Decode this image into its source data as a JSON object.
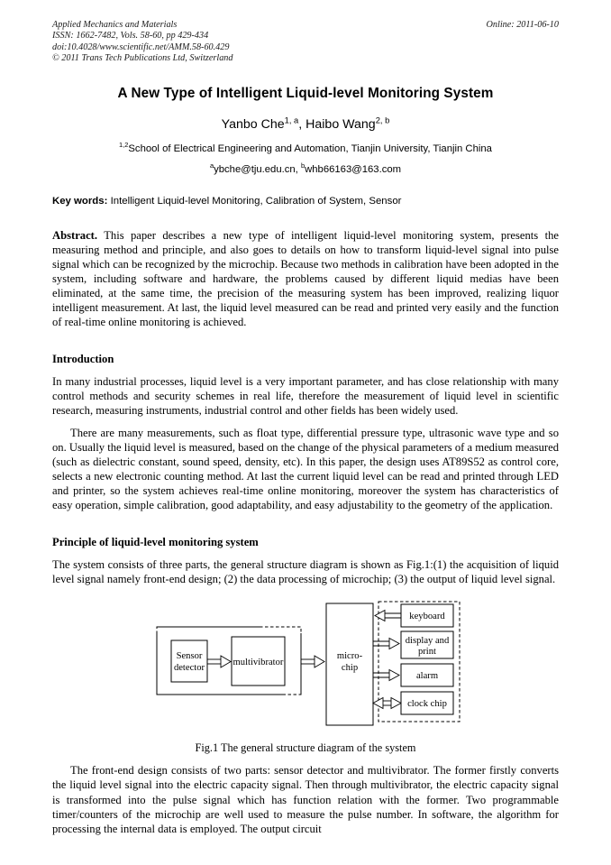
{
  "journal_header": {
    "name": "Applied Mechanics and Materials",
    "issn_line": "ISSN: 1662-7482, Vols. 58-60, pp 429-434",
    "doi_line": "doi:10.4028/www.scientific.net/AMM.58-60.429",
    "copyright_line": "© 2011 Trans Tech Publications Ltd, Switzerland",
    "online_date": "Online: 2011-06-10"
  },
  "title": "A New Type of Intelligent Liquid-level Monitoring System",
  "authors": {
    "a1_name": "Yanbo Che",
    "a1_sup": "1, a",
    "separator": ", ",
    "a2_name": "Haibo Wang",
    "a2_sup": "2, b"
  },
  "affiliation": {
    "sup": "1,2",
    "text": "School of Electrical Engineering and Automation, Tianjin University, Tianjin China"
  },
  "emails": {
    "sup_a": "a",
    "email_a": "ybche@tju.edu.cn, ",
    "sup_b": "b",
    "email_b": "whb66163@163.com"
  },
  "keywords": {
    "label": "Key words:",
    "value": " Intelligent Liquid-level Monitoring, Calibration of System, Sensor"
  },
  "abstract": {
    "label": "Abstract.",
    "text": " This paper describes a new type of intelligent liquid-level monitoring system, presents the measuring method and principle, and also goes to details on how to transform liquid-level signal into pulse signal which can be recognized by the microchip. Because two methods in calibration have been adopted in the system, including software and hardware, the problems caused by different liquid medias have been eliminated, at the same time, the precision of the measuring system has been improved, realizing liquor intelligent measurement. At last, the liquid level measured can be read and printed very easily and the function of real-time online monitoring is achieved."
  },
  "sections": [
    {
      "heading": "Introduction",
      "paragraphs": [
        "In many industrial processes, liquid level is a very important parameter, and has close relationship with many control methods and security schemes in real life, therefore the measurement of liquid level in scientific research, measuring instruments, industrial control and other fields has been widely used.",
        "There are many measurements, such as float type, differential pressure type, ultrasonic wave type and so on. Usually the liquid level is measured, based on the change of the physical parameters of a medium measured (such as dielectric constant, sound speed, density, etc). In this paper, the design uses AT89S52 as control core, selects a new electronic counting method. At last the current liquid level can be read and printed through LED and printer, so the system achieves real-time online monitoring, moreover the system has characteristics of easy operation, simple calibration, good adaptability, and easy adjustability to the geometry of the application."
      ]
    },
    {
      "heading": "Principle of liquid-level monitoring system",
      "paragraphs": [
        "The system consists of three parts, the general structure diagram is shown as Fig.1:(1) the acquisition of liquid level signal namely front-end design; (2) the data processing of microchip; (3) the output of liquid level signal."
      ]
    }
  ],
  "figure": {
    "caption": "Fig.1 The general structure diagram of the system",
    "blocks": {
      "sensor_detector_line1": "Sensor",
      "sensor_detector_line2": "detector",
      "multivibrator": "multivibrator",
      "microchip_line1": "micro-",
      "microchip_line2": "chip",
      "keyboard": "keyboard",
      "display_line1": "display and",
      "display_line2": "print",
      "alarm": "alarm",
      "clock_chip": "clock chip"
    }
  },
  "trailing_paragraph": "The front-end design consists of two parts: sensor detector and multivibrator. The former firstly converts the liquid level signal into the electric capacity signal. Then through multivibrator, the electric capacity signal is transformed into the pulse signal which has function relation with the former. Two programmable timer/counters of the microchip are well used to measure the pulse number. In software, the algorithm for processing the internal data is employed. The output circuit",
  "colors": {
    "ink": "#000000",
    "page": "#ffffff"
  }
}
